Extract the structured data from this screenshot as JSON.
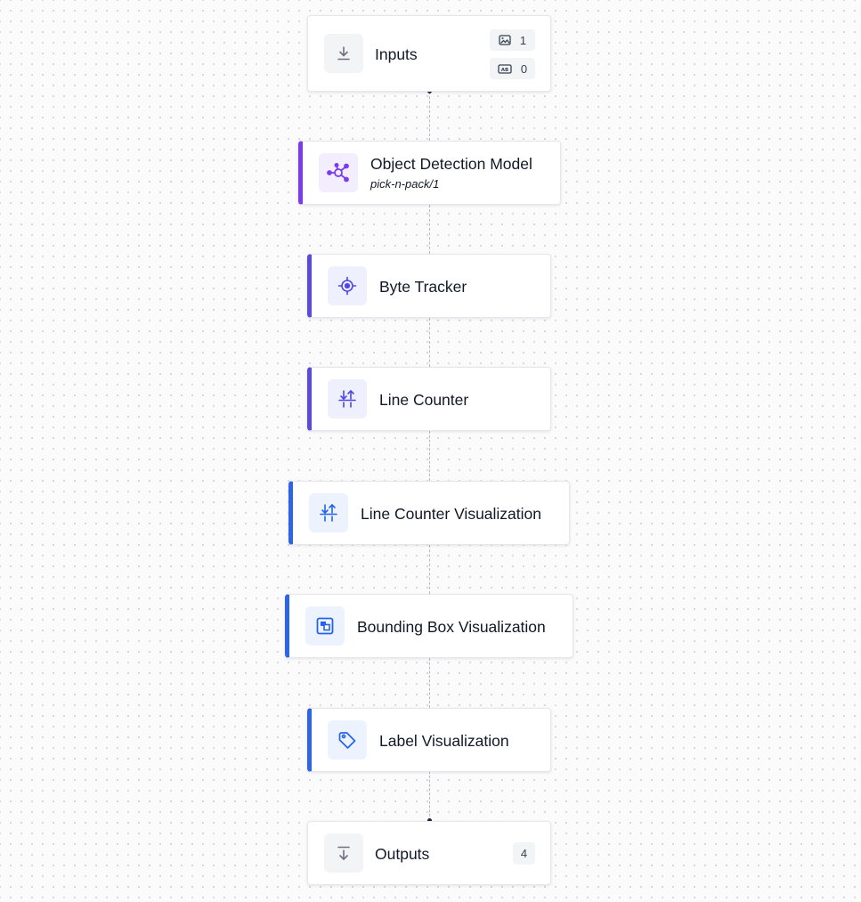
{
  "colors": {
    "purple_accent": "#7c3aed",
    "indigo_accent": "#5b4bdb",
    "blue_accent": "#2f64e6",
    "connector": "#b6b9c2"
  },
  "workflow": {
    "inputs": {
      "title": "Inputs",
      "icon": "download-icon",
      "badges": [
        {
          "icon": "image-icon",
          "count": "1"
        },
        {
          "icon": "text-parameter-icon",
          "count": "0"
        }
      ]
    },
    "steps": [
      {
        "title": "Object Detection Model",
        "subtitle": "pick-n-pack/1",
        "icon": "model-network-icon",
        "accent": "purple"
      },
      {
        "title": "Byte Tracker",
        "icon": "target-icon",
        "accent": "indigo"
      },
      {
        "title": "Line Counter",
        "icon": "arrows-up-down-icon",
        "accent": "indigo"
      },
      {
        "title": "Line Counter Visualization",
        "icon": "arrows-up-down-icon",
        "accent": "blue"
      },
      {
        "title": "Bounding Box Visualization",
        "icon": "bounding-box-icon",
        "accent": "blue"
      },
      {
        "title": "Label Visualization",
        "icon": "tag-icon",
        "accent": "blue"
      }
    ],
    "outputs": {
      "title": "Outputs",
      "icon": "output-arrow-icon",
      "count": "4"
    }
  }
}
